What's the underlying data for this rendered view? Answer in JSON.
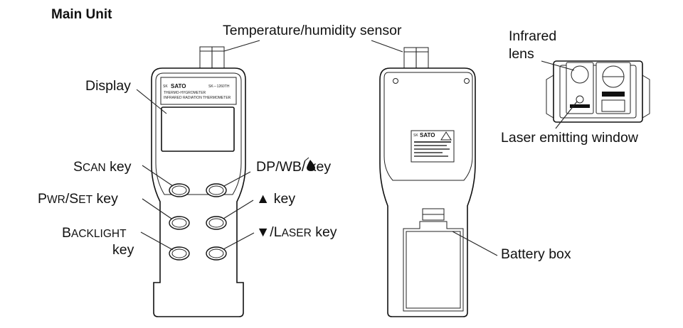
{
  "title": "Main Unit",
  "colors": {
    "ink": "#111111",
    "background": "#ffffff"
  },
  "labels": {
    "sensor": "Temperature/humidity sensor",
    "display": "Display",
    "scan_key": {
      "a": "S",
      "b": "CAN",
      "c": " key"
    },
    "dp_key": {
      "a": "DP/WB/",
      "b": " key"
    },
    "pwr_key": {
      "a": "P",
      "b": "WR",
      "c": "/S",
      "d": "ET",
      "e": " key"
    },
    "up_key": {
      "a": "▲ key"
    },
    "backlight_key": {
      "a": "B",
      "b": "ACKLIGHT",
      "c": "key"
    },
    "down_key": {
      "a": "▼/L",
      "b": "ASER",
      "c": " key"
    },
    "infrared_lens": {
      "line1": "Infrared",
      "line2": "lens"
    },
    "laser_window": "Laser emitting window",
    "battery_box": "Battery box"
  },
  "device_front": {
    "brand": "SATO",
    "brand_prefix": "SK",
    "model": "SK－1260TH",
    "subtitle1": "THERMO-HYGROMETER",
    "subtitle2": "INFRARED RADIATION THERMOMETER"
  },
  "device_back": {
    "brand": "SATO",
    "brand_prefix": "SK"
  }
}
